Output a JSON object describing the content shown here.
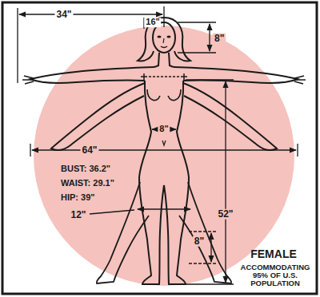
{
  "diagram": {
    "title": "FEMALE",
    "labels": [
      "34\"",
      "16\"",
      "8\"",
      "8\"",
      "64\"",
      "BUST: 36.2\"",
      "WAIST: 29.1\"",
      "HIP: 39\"",
      "12\"",
      "52\"",
      "8\"",
      "ACCOMMODATING 95% OF U.S. POPULATION"
    ]
  }
}
